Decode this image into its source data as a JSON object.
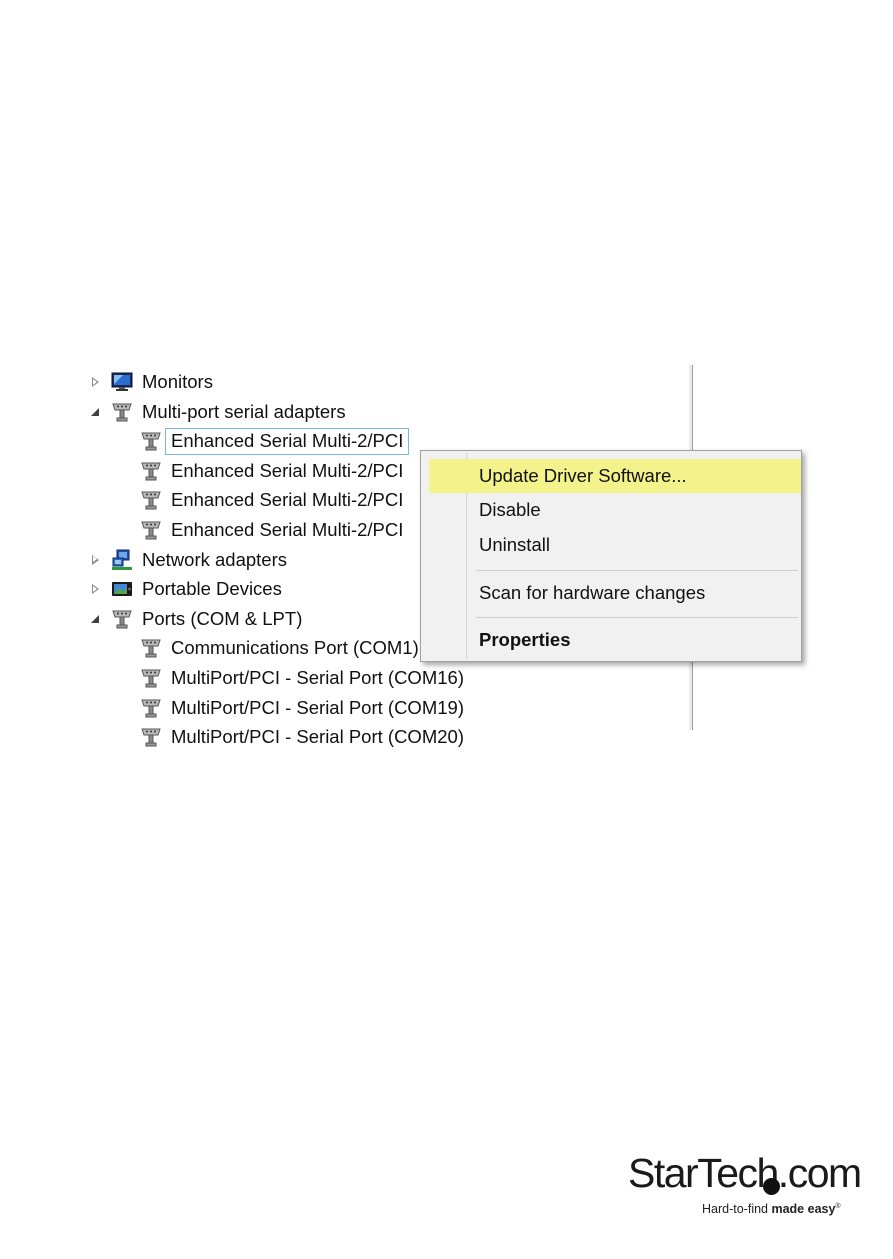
{
  "tree": {
    "items": [
      {
        "label": "Monitors",
        "expander": "collapsed",
        "icon": "monitor-icon",
        "indent": 0,
        "selected": false
      },
      {
        "label": "Multi-port serial adapters",
        "expander": "expanded",
        "icon": "serial-port-icon",
        "indent": 0,
        "selected": false
      },
      {
        "label": "Enhanced Serial Multi-2/PCI",
        "expander": "none",
        "icon": "serial-port-icon",
        "indent": 1,
        "selected": true
      },
      {
        "label": "Enhanced Serial Multi-2/PCI",
        "expander": "none",
        "icon": "serial-port-icon",
        "indent": 1,
        "selected": false
      },
      {
        "label": "Enhanced Serial Multi-2/PCI",
        "expander": "none",
        "icon": "serial-port-icon",
        "indent": 1,
        "selected": false
      },
      {
        "label": "Enhanced Serial Multi-2/PCI",
        "expander": "none",
        "icon": "serial-port-icon",
        "indent": 1,
        "selected": false
      },
      {
        "label": "Network adapters",
        "expander": "collapsed",
        "icon": "network-adapter-icon",
        "indent": 0,
        "selected": false
      },
      {
        "label": "Portable Devices",
        "expander": "collapsed",
        "icon": "portable-device-icon",
        "indent": 0,
        "selected": false
      },
      {
        "label": "Ports (COM & LPT)",
        "expander": "expanded",
        "icon": "serial-port-icon",
        "indent": 0,
        "selected": false
      },
      {
        "label": "Communications Port (COM1)",
        "expander": "none",
        "icon": "serial-port-icon",
        "indent": 1,
        "selected": false
      },
      {
        "label": "MultiPort/PCI - Serial Port (COM16)",
        "expander": "none",
        "icon": "serial-port-icon",
        "indent": 1,
        "selected": false
      },
      {
        "label": "MultiPort/PCI - Serial Port (COM19)",
        "expander": "none",
        "icon": "serial-port-icon",
        "indent": 1,
        "selected": false
      },
      {
        "label": "MultiPort/PCI - Serial Port (COM20)",
        "expander": "none",
        "icon": "serial-port-icon",
        "indent": 1,
        "selected": false
      }
    ]
  },
  "context_menu": {
    "items": [
      {
        "label": "Update Driver Software...",
        "highlighted": true,
        "bold": false
      },
      {
        "label": "Disable",
        "highlighted": false,
        "bold": false
      },
      {
        "label": "Uninstall",
        "highlighted": false,
        "bold": false
      },
      {
        "label": "Scan for hardware changes",
        "highlighted": false,
        "bold": false
      },
      {
        "label": "Properties",
        "highlighted": false,
        "bold": true
      }
    ],
    "highlight_color": "#f4f28a"
  },
  "logo": {
    "wordmark": "StarTech.com",
    "tagline_regular": "Hard-to-find ",
    "tagline_bold": "made easy",
    "registered": "®"
  }
}
